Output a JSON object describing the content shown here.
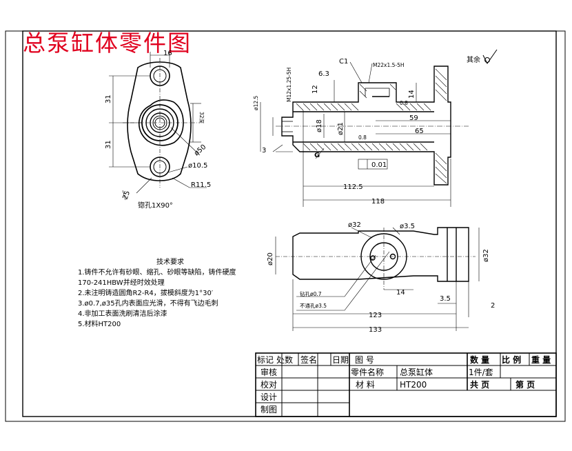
{
  "drawing_title": "总泵缸体零件图",
  "roughness_note": "其余",
  "left_view": {
    "dim_top_width": "16",
    "dim_upper_31": "31",
    "dim_lower_31": "31",
    "dim_32": "32深",
    "dim_r50": "ø50",
    "dim_hole": "ø10.5",
    "dim_r11": "R11.5",
    "dim_angle": "25",
    "chamfer": "锪孔1X90°"
  },
  "section_view": {
    "c1": "C1",
    "thread_top": "M22x1.5-5H",
    "thread_left": "M12x1.25-5H",
    "dia_left": "ø12.5",
    "d63": "6.3",
    "d12": "12",
    "d14": "14",
    "d18": "ø18",
    "d21": "ø21",
    "d59": "59",
    "d65": "65",
    "d3": "3",
    "d112": "112.5",
    "d118": "118",
    "flatness": "0.01",
    "datum": "G",
    "r1": "0.8",
    "r2": "0.8"
  },
  "bottom_view": {
    "d32a": "ø32",
    "d35": "ø3.5",
    "d20": "ø20",
    "d32b": "ø32",
    "d14b": "14",
    "d35b": "3.5",
    "d2": "2",
    "d123": "123",
    "d133": "133",
    "leader1": "钻孔ø0.7",
    "leader2": "不通孔ø3.5"
  },
  "notes": {
    "heading": "技术要求",
    "lines": [
      "1.铸件不允许有砂眼、缩孔、砂眼等缺陷，铸件硬度",
      "170-241HBW并经时效处理",
      "2.未注明铸造圆角R2-R4，拔模斜度为1°30′",
      "3.ø0.7,ø35孔内表面应光滑，不得有飞边毛刺",
      "4.非加工表面洗刷清洁后涂漆",
      "5.材料HT200"
    ]
  },
  "title_block": {
    "h_mark": "标记",
    "h_loc": "处数",
    "h_sign": "签名",
    "h_date": "日期",
    "h_drawno": "图 号",
    "h_qty": "数 量",
    "h_scale": "比 例",
    "h_weight": "重 量",
    "audit": "审核",
    "check": "校对",
    "design": "设计",
    "draw": "制图",
    "part_label": "零件名称",
    "part_name": "总泵缸体",
    "material_label": "材 料",
    "material": "HT200",
    "qty": "1件/套",
    "total_pages": "共 页",
    "page_no": "第 页"
  }
}
